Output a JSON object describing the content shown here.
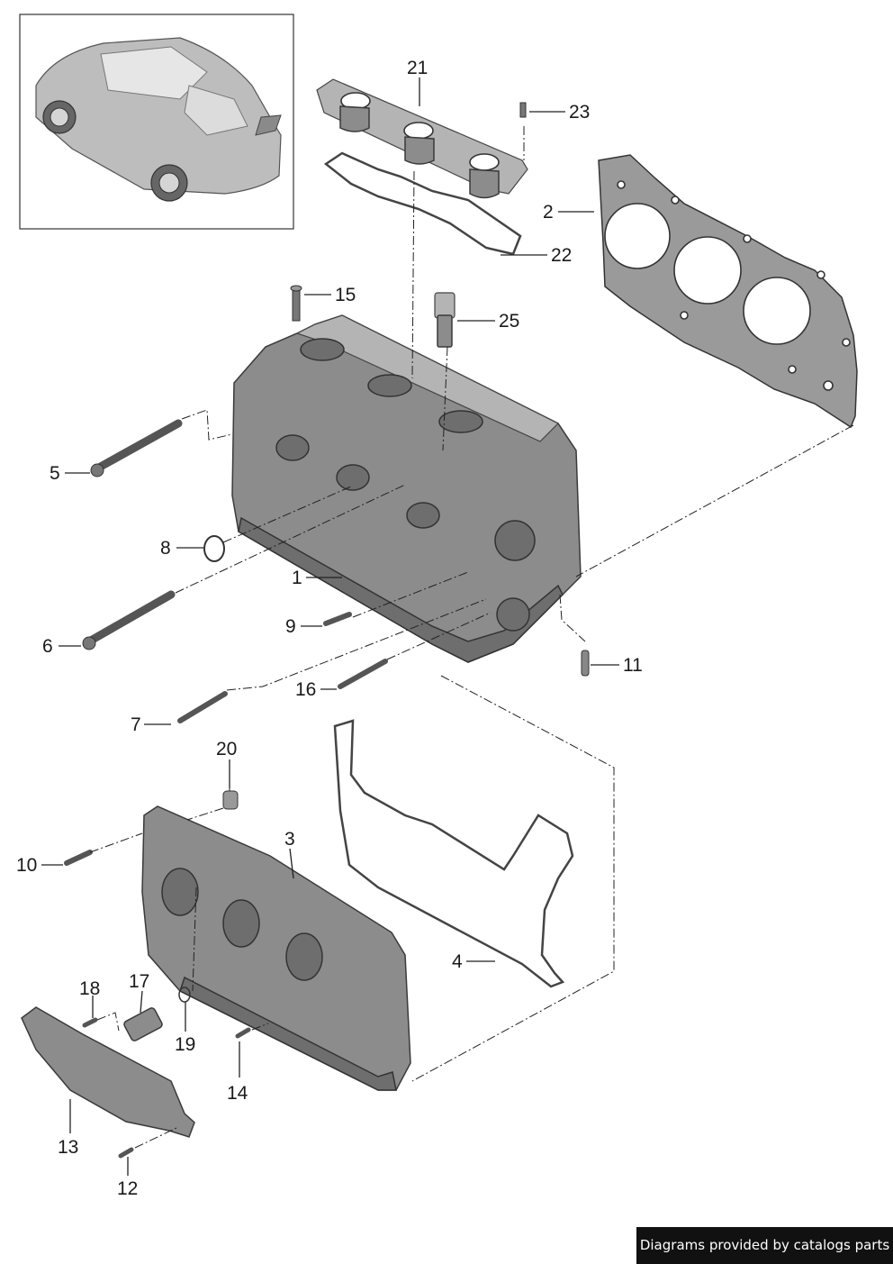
{
  "callouts": {
    "c1": "1",
    "c2": "2",
    "c3": "3",
    "c4": "4",
    "c5": "5",
    "c6": "6",
    "c7": "7",
    "c8": "8",
    "c9": "9",
    "c10": "10",
    "c11": "11",
    "c12": "12",
    "c13": "13",
    "c14": "14",
    "c15": "15",
    "c16": "16",
    "c17": "17",
    "c18": "18",
    "c19": "19",
    "c20": "20",
    "c21": "21",
    "c22": "22",
    "c23": "23",
    "c25": "25"
  },
  "footer": {
    "credit": "Diagrams provided by catalogs parts",
    "background": "#111111",
    "text_color": "#ffffff"
  },
  "colors": {
    "part_fill": "#8c8c8c",
    "outline": "#333333"
  }
}
